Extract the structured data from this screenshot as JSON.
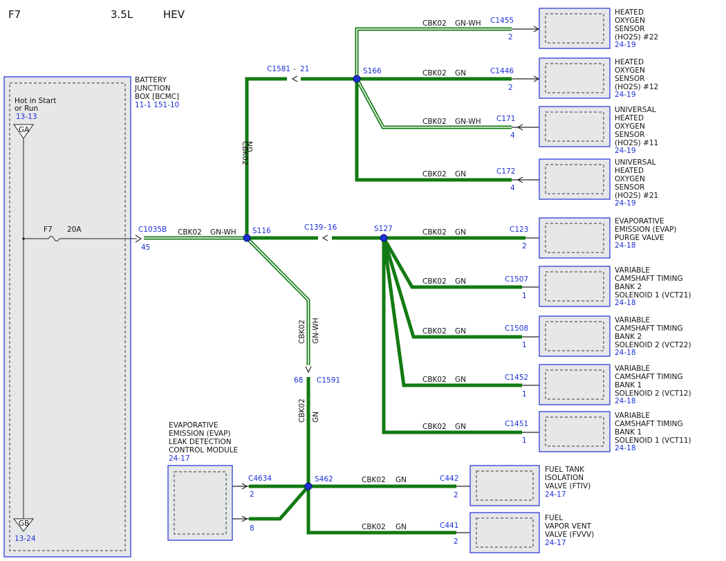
{
  "header": {
    "fuse_id": "F7",
    "engine": "3.5L",
    "variant": "HEV"
  },
  "bjb": {
    "title": [
      "BATTERY",
      "JUNCTION",
      "BOX [BCMC]"
    ],
    "ref": "11-1    151-10",
    "hot": [
      "Hot in Start",
      "or Run"
    ],
    "hot_ref": "13-13",
    "ga": "GA",
    "gb": "GB",
    "gb_ref": "13-24",
    "fuse": "F7",
    "amps": "20A"
  },
  "connectors": {
    "c1035b": "C1035B",
    "c1035b_pin": "45",
    "c1581": "C1581",
    "c1581_pin": "21",
    "c139": "C139",
    "c139_pin": "16",
    "c1591": "C1591",
    "c1591_pin": "68",
    "c1455": "C1455",
    "c1455_pin": "2",
    "c1446": "C1446",
    "c1446_pin": "2",
    "c171": "C171",
    "c171_pin": "4",
    "c172": "C172",
    "c172_pin": "4",
    "c123": "C123",
    "c123_pin": "2",
    "c1507": "C1507",
    "c1507_pin": "1",
    "c1508": "C1508",
    "c1508_pin": "1",
    "c1452": "C1452",
    "c1452_pin": "1",
    "c1451": "C1451",
    "c1451_pin": "1",
    "c4634": "C4634",
    "c4634_pin_a": "2",
    "c4634_pin_b": "8",
    "c442": "C442",
    "c442_pin": "2",
    "c441": "C441",
    "c441_pin": "2"
  },
  "splices": {
    "s116": "S116",
    "s166": "S166",
    "s127": "S127",
    "s462": "S462"
  },
  "wires": {
    "circuit": "CBK02",
    "gn": "GN",
    "gnwh": "GN-WH",
    "dash": "-"
  },
  "components": {
    "ho2s22": {
      "lines": [
        "HEATED",
        "OXYGEN",
        "SENSOR",
        "(HO2S) #22"
      ],
      "ref": "24-19"
    },
    "ho2s12": {
      "lines": [
        "HEATED",
        "OXYGEN",
        "SENSOR",
        "(HO2S) #12"
      ],
      "ref": "24-19"
    },
    "ho2s11": {
      "lines": [
        "UNIVERSAL",
        "HEATED",
        "OXYGEN",
        "SENSOR",
        "(HO2S) #11"
      ],
      "ref": "24-19"
    },
    "ho2s21": {
      "lines": [
        "UNIVERSAL",
        "HEATED",
        "OXYGEN",
        "SENSOR",
        "(HO2S) #21"
      ],
      "ref": "24-19"
    },
    "evap_purge": {
      "lines": [
        "EVAPORATIVE",
        "EMISSION (EVAP)",
        "PURGE VALVE"
      ],
      "ref": "24-18"
    },
    "vct21": {
      "lines": [
        "VARIABLE",
        "CAMSHAFT TIMING",
        "BANK 2",
        "SOLENOID 1 (VCT21)"
      ],
      "ref": "24-18"
    },
    "vct22": {
      "lines": [
        "VARIABLE",
        "CAMSHAFT TIMING",
        "BANK 2",
        "SOLENOID 2 (VCT22)"
      ],
      "ref": "24-18"
    },
    "vct12": {
      "lines": [
        "VARIABLE",
        "CAMSHAFT TIMING",
        "BANK 1",
        "SOLENOID 2 (VCT12)"
      ],
      "ref": "24-18"
    },
    "vct11": {
      "lines": [
        "VARIABLE",
        "CAMSHAFT TIMING",
        "BANK 1",
        "SOLENOID 1 (VCT11)"
      ],
      "ref": "24-18"
    },
    "evap_ldcm": {
      "lines": [
        "EVAPORATIVE",
        "EMISSION (EVAP)",
        "LEAK DETECTION",
        "CONTROL MODULE"
      ],
      "ref": "24-17"
    },
    "ftiv": {
      "lines": [
        "FUEL TANK",
        "ISOLATION",
        "VALVE (FTIV)"
      ],
      "ref": "24-17"
    },
    "fvvv": {
      "lines": [
        "FUEL",
        "VAPOR VENT",
        "VALVE (FVVV)"
      ],
      "ref": "24-17"
    }
  },
  "colors": {
    "wire": "#127a12",
    "ref": "#1a2fd6",
    "box": "#e6e7e9"
  }
}
